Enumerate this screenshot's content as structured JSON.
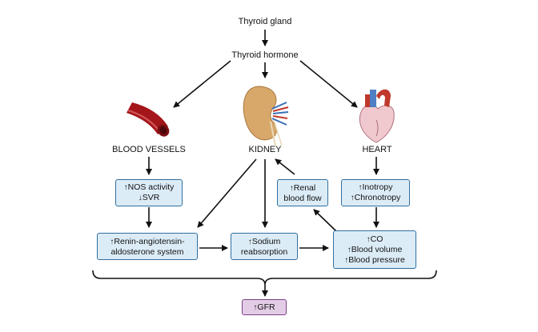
{
  "nodes": {
    "thyroid_gland": "Thyroid gland",
    "thyroid_hormone": "Thyroid hormone",
    "blood_vessels": "BLOOD VESSELS",
    "kidney": "KIDNEY",
    "heart": "HEART",
    "nos_box": {
      "line1": "NOS activity",
      "line2": "SVR"
    },
    "renal_box": {
      "line1": "Renal",
      "line2": "blood flow"
    },
    "inotropy_box": {
      "line1": "Inotropy",
      "line2": "Chronotropy"
    },
    "raas_box": {
      "line1": "Renin-angiotensin-",
      "line2": "aldosterone system"
    },
    "sodium_box": {
      "line1": "Sodium",
      "line2": "reabsorption"
    },
    "co_box": {
      "line1": "CO",
      "line2": "Blood volume",
      "line3": "Blood pressure"
    },
    "gfr_box": "GFR"
  },
  "glyphs": {
    "up": "↑",
    "down": "↓"
  },
  "colors": {
    "box_fill": "#dcecf7",
    "box_border": "#2f6fa0",
    "gfr_fill": "#e3cde6",
    "gfr_border": "#7b3f86",
    "vessel_red": "#a4161a",
    "kidney_tan": "#d8a86a",
    "heart_pink": "#f0c9cf"
  },
  "icons": [
    "blood-vessel-illustration",
    "kidney-illustration",
    "heart-illustration"
  ]
}
